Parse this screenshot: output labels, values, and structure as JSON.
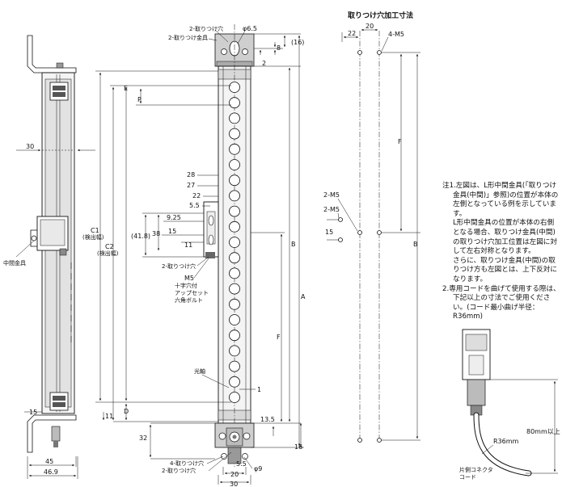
{
  "title": "取りつけ穴加工寸法",
  "left_view": {
    "dim_30": "30",
    "dim_15": "15",
    "dim_45": "45",
    "dim_46_9": "46.9",
    "label_mid_bracket": "中間金具"
  },
  "front_view": {
    "label_2_hole": "2-取りつけ穴",
    "label_2_bracket": "2-取りつけ金具",
    "dim_phi65": "φ6.5",
    "dim_16_top": "(16)",
    "dim_8": "8",
    "dim_2": "2",
    "label_P": "P",
    "label_E": "E",
    "label_C1": "C1",
    "label_C1_sub": "(検出幅)",
    "label_C2": "C2",
    "label_C2_sub": "(検出幅)",
    "label_B": "B",
    "label_A": "A",
    "label_F": "F",
    "label_D": "D",
    "dim_28": "28",
    "dim_27": "27",
    "dim_22": "22",
    "dim_55": "5.5",
    "dim_925": "9.25",
    "dim_15": "15",
    "dim_418": "(41.8)",
    "dim_38": "38",
    "dim_11_mid": "11",
    "label_2_hole_mid": "2-取りつけ穴",
    "label_m5": "M5",
    "label_m5_l1": "十字穴付",
    "label_m5_l2": "アップセット",
    "label_m5_l3": "六角ボルト",
    "label_optical_axis": "光軸",
    "dim_1": "1",
    "dim_11_bottom": "11",
    "dim_32": "32",
    "dim_135": "13.5",
    "dim_16_bottom": "16",
    "label_4_hole": "4-取りつけ穴",
    "label_2_hole_bottom": "2-取りつけ穴",
    "dim_55_bottom": "5.5",
    "dim_20": "20",
    "dim_phi9": "φ9",
    "dim_30": "30"
  },
  "hole_view": {
    "dim_22": "22",
    "dim_20": "20",
    "label_4m5": "4-M5",
    "label_F": "F",
    "label_2m5_a": "2-M5",
    "label_2m5_b": "2-M5",
    "dim_15": "15",
    "label_B": "B"
  },
  "notes": [
    {
      "num": "注1.",
      "text": "左図は、L形中間金具(「取りつけ金具(中間)」参照)の位置が本体の左側となっている例を示しています。"
    },
    {
      "num": "",
      "text": "L形中間金具の位置が本体の右側となる場合、取りつけ金具(中間)の取りつけ穴加工位置は左図に対して左右対称となります。"
    },
    {
      "num": "",
      "text": "さらに、取りつけ金具(中間)の取りつけ方も左図とは、上下反対になります。"
    },
    {
      "num": "2.",
      "text": "専用コードを曲げて使用する際は、下記以上の寸法でご使用ください。(コード最小曲げ半径：R36mm)"
    }
  ],
  "cable_view": {
    "dim_80mm": "80mm以上",
    "label_r36": "R36mm",
    "label_connector_l1": "片側コネクタ",
    "label_connector_l2": "コード"
  }
}
